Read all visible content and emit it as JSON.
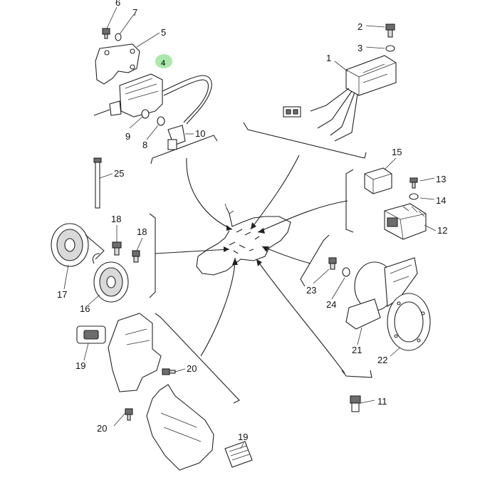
{
  "diagram": {
    "highlight_color": "#8fe08f",
    "callouts": [
      {
        "id": "c6",
        "label": "6"
      },
      {
        "id": "c7",
        "label": "7"
      },
      {
        "id": "c5",
        "label": "5"
      },
      {
        "id": "c4",
        "label": "4"
      },
      {
        "id": "c9",
        "label": "9"
      },
      {
        "id": "c8",
        "label": "8"
      },
      {
        "id": "c10",
        "label": "10"
      },
      {
        "id": "c2",
        "label": "2"
      },
      {
        "id": "c3",
        "label": "3"
      },
      {
        "id": "c1",
        "label": "1"
      },
      {
        "id": "c25",
        "label": "25"
      },
      {
        "id": "c15",
        "label": "15"
      },
      {
        "id": "c13",
        "label": "13"
      },
      {
        "id": "c14",
        "label": "14"
      },
      {
        "id": "c12",
        "label": "12"
      },
      {
        "id": "c18a",
        "label": "18"
      },
      {
        "id": "c18b",
        "label": "18"
      },
      {
        "id": "c17",
        "label": "17"
      },
      {
        "id": "c16",
        "label": "16"
      },
      {
        "id": "c23",
        "label": "23"
      },
      {
        "id": "c24",
        "label": "24"
      },
      {
        "id": "c21",
        "label": "21"
      },
      {
        "id": "c22",
        "label": "22"
      },
      {
        "id": "c19a",
        "label": "19"
      },
      {
        "id": "c20a",
        "label": "20"
      },
      {
        "id": "c11",
        "label": "11"
      },
      {
        "id": "c20b",
        "label": "20"
      },
      {
        "id": "c19b",
        "label": "19"
      }
    ]
  }
}
